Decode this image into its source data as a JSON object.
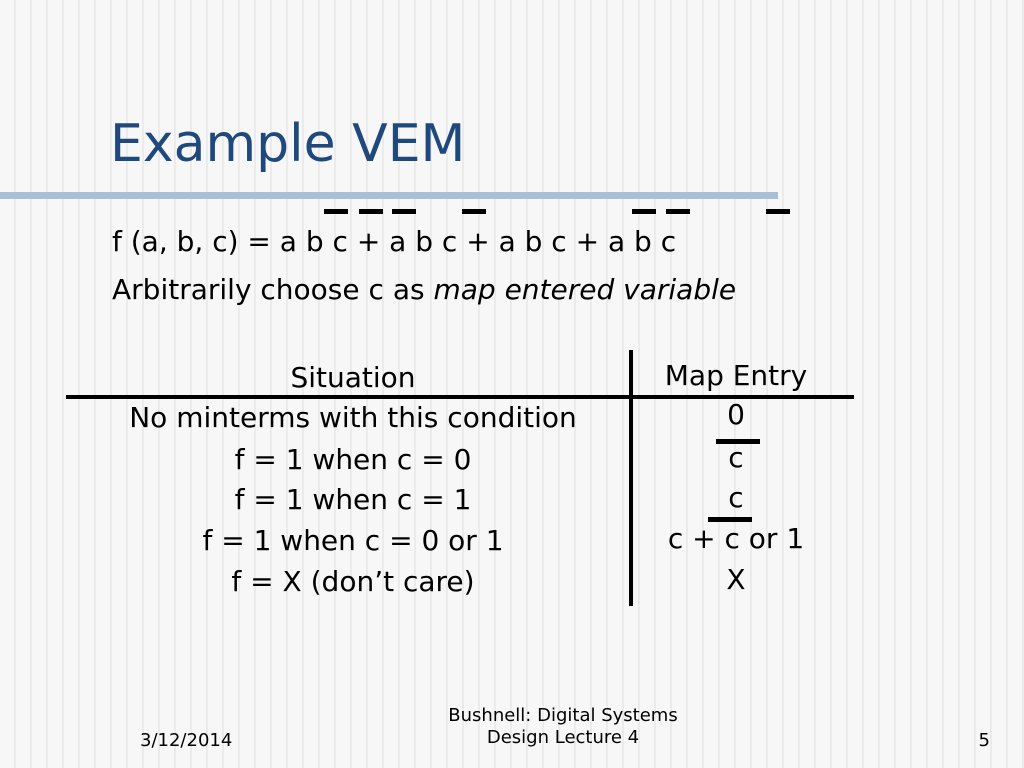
{
  "slide": {
    "title": "Example VEM",
    "line1": "f (a, b, c) = a b c + a b c + a b c + a b c",
    "line2_prefix": "Arbitrarily choose c as ",
    "line2_emphasis": "map entered variable"
  },
  "table": {
    "headers": [
      "Situation",
      "Map Entry"
    ],
    "rows": [
      {
        "situation": "No minterms with this condition",
        "entry": "0"
      },
      {
        "situation": "f = 1 when c = 0",
        "entry": "c"
      },
      {
        "situation": "f = 1 when c = 1",
        "entry": "c"
      },
      {
        "situation": "f = 1 when c = 0 or 1",
        "entry": "c + c or 1"
      },
      {
        "situation": "f = X (don’t care)",
        "entry": "X"
      }
    ]
  },
  "footer": {
    "date": "3/12/2014",
    "center_line1": "Bushnell: Digital Systems",
    "center_line2": "Design Lecture 4",
    "page": "5"
  },
  "colors": {
    "title": "#1f497d",
    "rule": "#a9bfd6"
  }
}
